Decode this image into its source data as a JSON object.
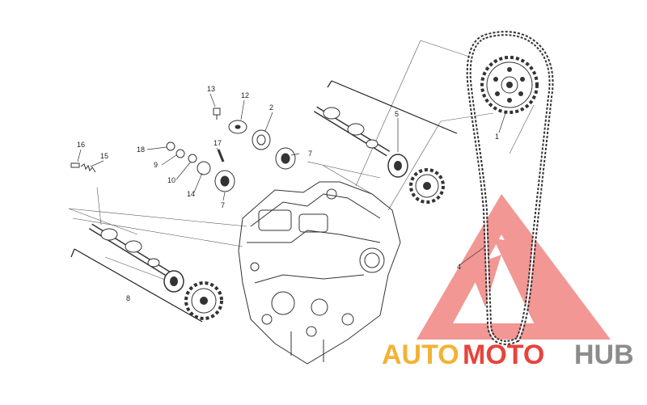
{
  "diagram": {
    "parts": {
      "p1": "1",
      "p2": "2",
      "p4": "4",
      "p5": "5",
      "p7a": "7",
      "p7b": "7",
      "p8": "8",
      "p9": "9",
      "p10": "10",
      "p12": "12",
      "p13": "13",
      "p14": "14",
      "p15": "15",
      "p16": "16",
      "p17": "17",
      "p18": "18"
    }
  },
  "watermark": {
    "seg1": "AUTO",
    "seg2": "MOTO",
    "seg3": "HUB",
    "color_seg1": "#F3B233",
    "color_seg2": "#E8433D",
    "color_seg3": "#8C8C8C",
    "logo_color": "#E8433D"
  },
  "colors": {
    "line": "#333333"
  }
}
